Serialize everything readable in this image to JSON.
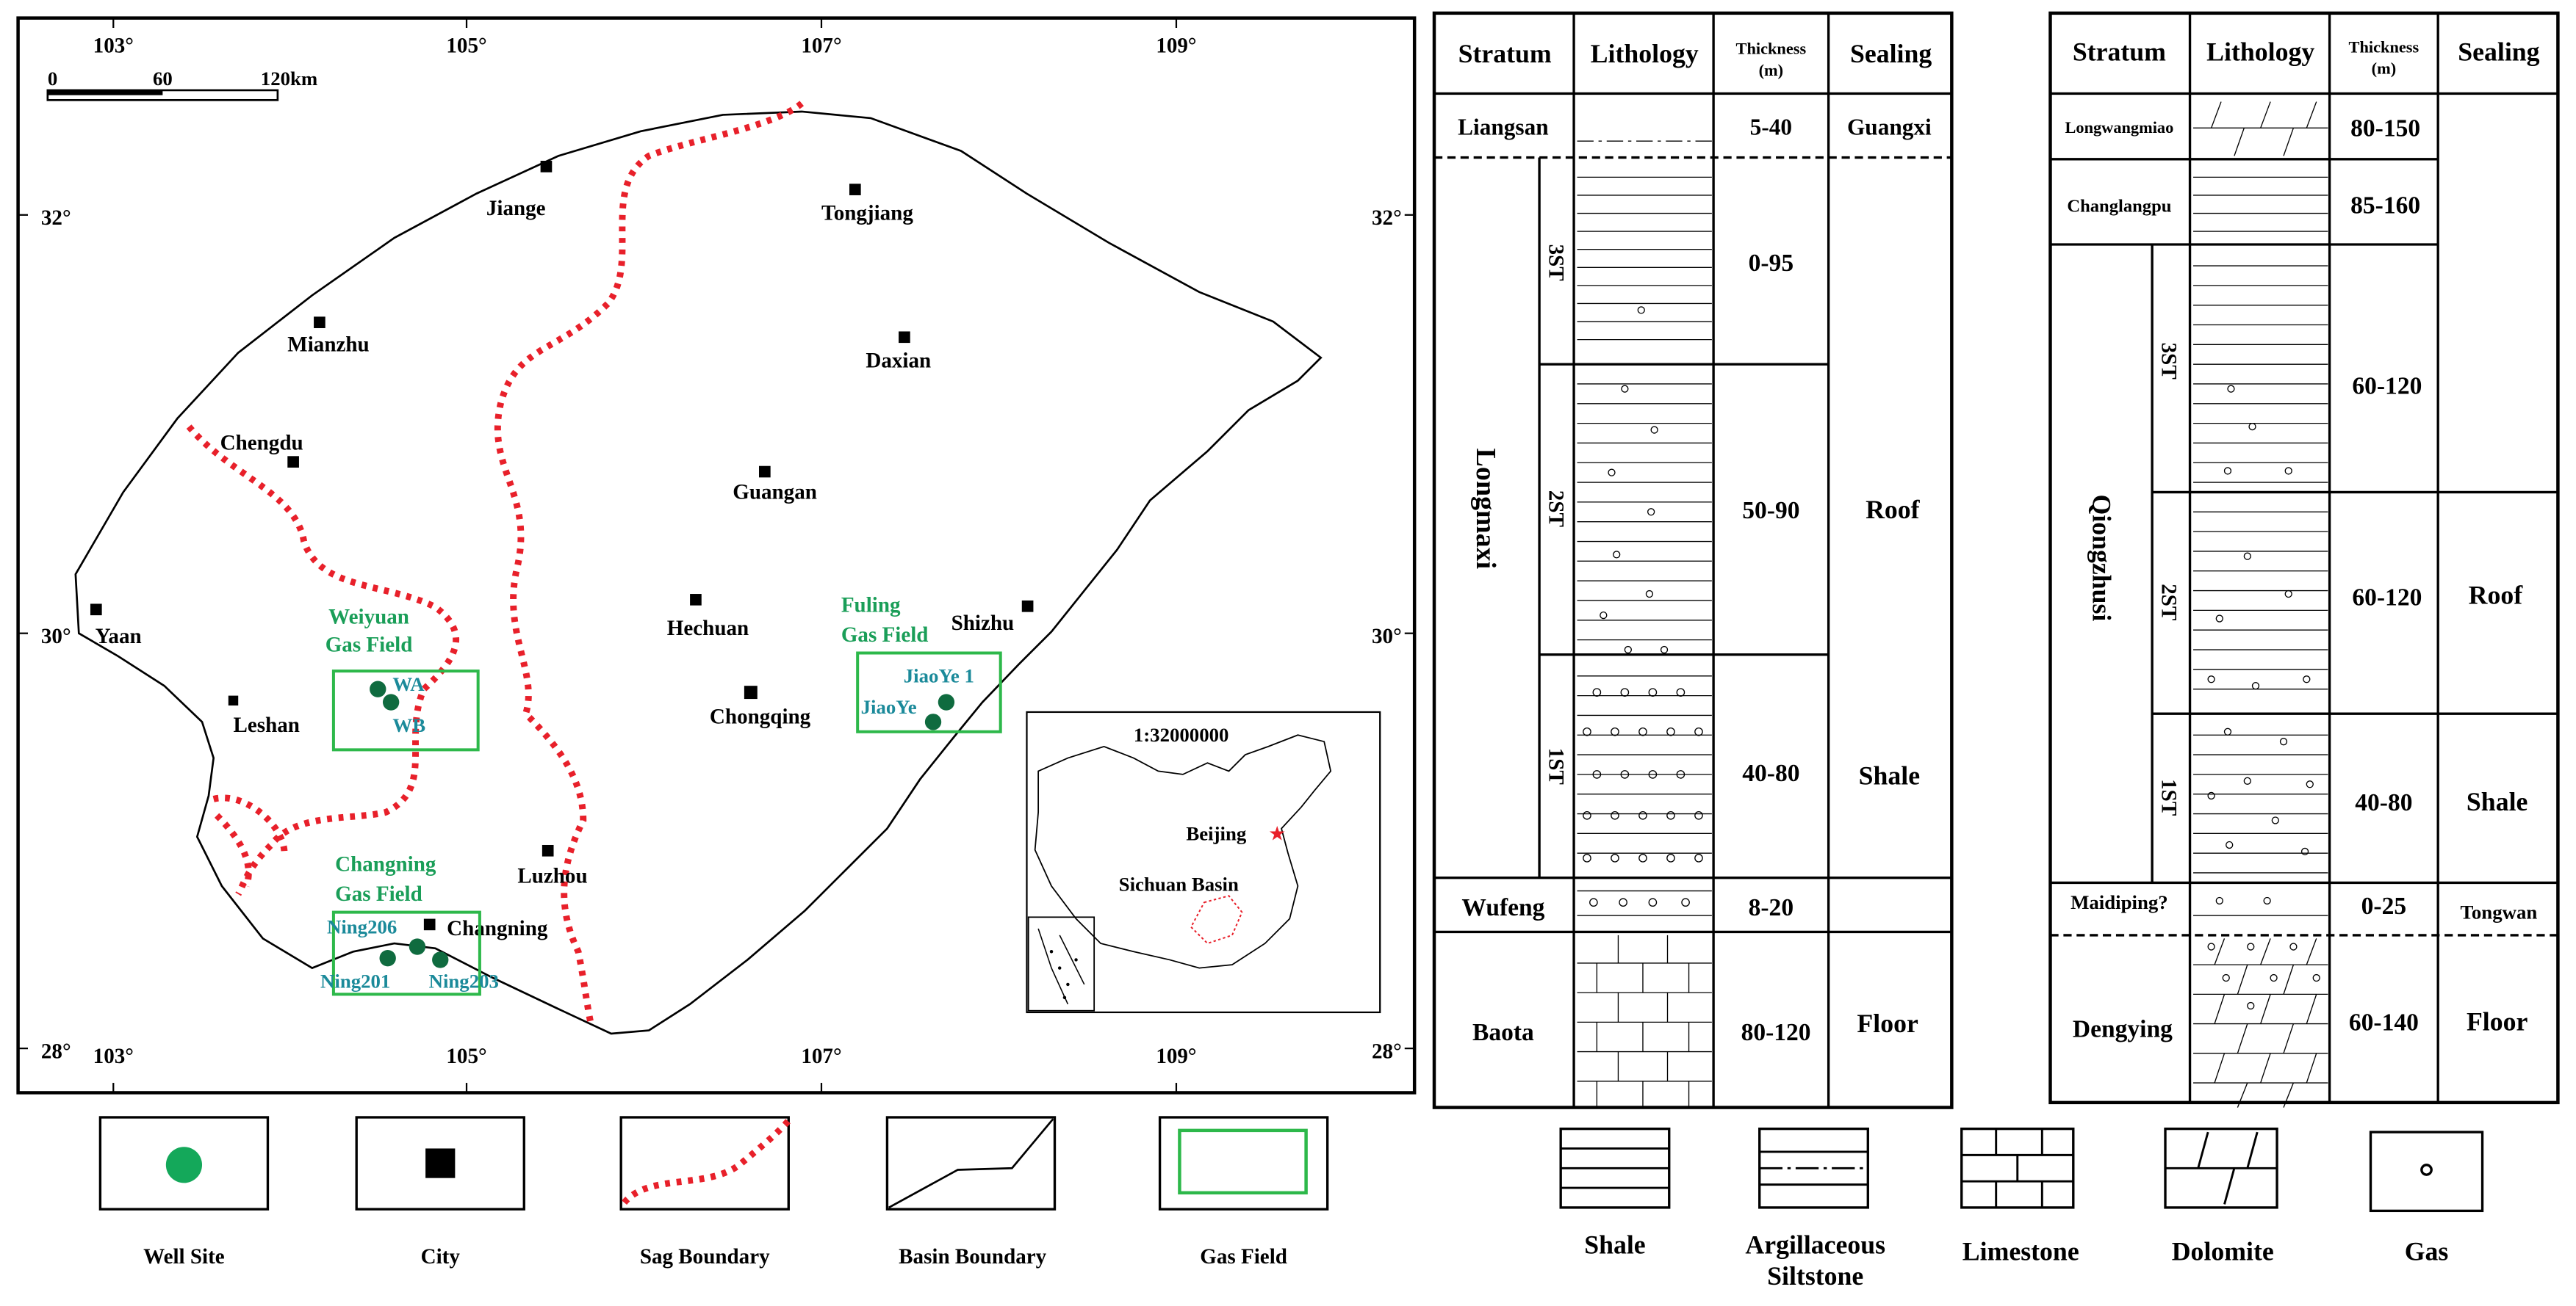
{
  "map": {
    "scale_bar": {
      "ticks": [
        "0",
        "60",
        "120km"
      ]
    },
    "lon_top": [
      "103°",
      "105°",
      "107°",
      "109°"
    ],
    "lon_bottom": [
      "103°",
      "105°",
      "107°",
      "109°"
    ],
    "lat_left": [
      "32°",
      "30°",
      "28°"
    ],
    "lat_right": [
      "32°",
      "30°",
      "28°"
    ],
    "cities": [
      "Jiange",
      "Tongjiang",
      "Mianzhu",
      "Daxian",
      "Chengdu",
      "Guangan",
      "Yaan",
      "Hechuan",
      "Shizhu",
      "Leshan",
      "Chongqing",
      "Luzhou",
      "Changning"
    ],
    "gas_fields": [
      {
        "name_line1": "Weiyuan",
        "name_line2": "Gas Field",
        "wells": [
          "WA",
          "WB"
        ]
      },
      {
        "name_line1": "Fuling",
        "name_line2": "Gas Field",
        "wells": [
          "JiaoYe 1",
          "JiaoYe"
        ]
      },
      {
        "name_line1": "Changning",
        "name_line2": "Gas Field",
        "wells": [
          "Ning206",
          "Ning201",
          "Ning203"
        ]
      }
    ],
    "inset": {
      "scale": "1:32000000",
      "capital": "Beijing",
      "basin": "Sichuan Basin"
    },
    "colors": {
      "sag_boundary": "#e8202a",
      "gas_field_box": "#2db84a",
      "well": "#0f6b3f",
      "field_label": "#1a9e58",
      "well_label": "#1b8a9a"
    }
  },
  "legend_left": [
    {
      "label": "Well Site",
      "symbol": "circle"
    },
    {
      "label": "City",
      "symbol": "square"
    },
    {
      "label": "Sag Boundary",
      "symbol": "dashed-red-curve"
    },
    {
      "label": "Basin Boundary",
      "symbol": "black-line"
    },
    {
      "label": "Gas Field",
      "symbol": "green-rectangle"
    }
  ],
  "column1": {
    "headers": {
      "stratum": "Stratum",
      "lithology": "Lithology",
      "thickness": "Thickness",
      "thickness_unit": "(m)",
      "sealing": "Sealing"
    },
    "rows": [
      {
        "stratum": "Liangsan",
        "thickness": "5-40",
        "sealing": "Guangxi",
        "lithology": "argillaceous-siltstone"
      },
      {
        "substratum": "3ST",
        "thickness": "0-95",
        "lithology": "shale"
      },
      {
        "substratum": "2ST",
        "thickness": "50-90",
        "lithology": "shale-gas"
      },
      {
        "substratum": "1ST",
        "thickness": "40-80",
        "lithology": "shale-gas-rich"
      },
      {
        "stratum": "Wufeng",
        "thickness": "8-20",
        "lithology": "shale-gas"
      },
      {
        "stratum": "Baota",
        "thickness": "80-120",
        "sealing": "Floor",
        "lithology": "limestone"
      }
    ],
    "group": "Longmaxi",
    "sealing_roof": "Roof",
    "sealing_shale": "Shale"
  },
  "column2": {
    "headers": {
      "stratum": "Stratum",
      "lithology": "Lithology",
      "thickness": "Thickness",
      "thickness_unit": "(m)",
      "sealing": "Sealing"
    },
    "rows": [
      {
        "stratum": "Longwangmiao",
        "thickness": "80-150",
        "lithology": "dolomite"
      },
      {
        "stratum": "Changlangpu",
        "thickness": "85-160",
        "lithology": "shale"
      },
      {
        "substratum": "3ST",
        "thickness": "60-120",
        "lithology": "shale-gas"
      },
      {
        "substratum": "2ST",
        "thickness": "60-120",
        "lithology": "shale-gas"
      },
      {
        "substratum": "1ST",
        "thickness": "40-80",
        "lithology": "shale-gas"
      },
      {
        "stratum": "Maidiping?",
        "thickness": "0-25",
        "sealing": "Tongwan",
        "lithology": "shale-gas"
      },
      {
        "stratum": "Dengying",
        "thickness": "60-140",
        "sealing": "Floor",
        "lithology": "dolomite-gas"
      }
    ],
    "group": "Qiongzhusi",
    "sealing_roof": "Roof",
    "sealing_shale": "Shale"
  },
  "legend_right": [
    {
      "label": "Shale",
      "symbol": "shale"
    },
    {
      "label_line1": "Argillaceous",
      "label_line2": "Siltstone",
      "symbol": "argillaceous-siltstone"
    },
    {
      "label": "Limestone",
      "symbol": "limestone"
    },
    {
      "label": "Dolomite",
      "symbol": "dolomite"
    },
    {
      "label": "Gas",
      "symbol": "gas"
    }
  ]
}
